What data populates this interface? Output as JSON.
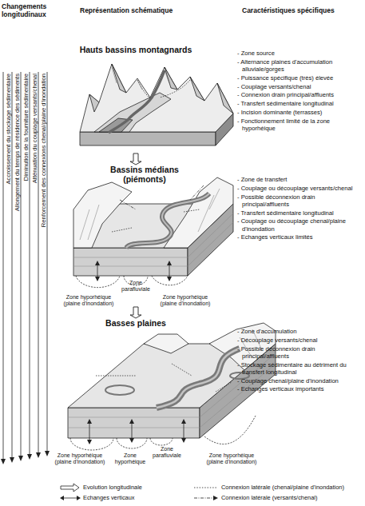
{
  "diagram": {
    "nodes": [
      {
        "text": [
          "Hauts bassins montagnards",
          "- Zone source",
          "- Alternance plaines d'accumulation alluviale/gorges",
          "- Puissance spécifique (très) élevée",
          "- Couplage versants/chenal",
          "- Connexion drain principal/affluents",
          "- Transfert sédimentaire longitudinal",
          "- Incision dominante (terrasses)",
          "- Fonctionnement limité de la zone hyporhéique"
        ]
      },
      {
        "text": [
          "Bassins médians (piémonts)",
          "- Zone de transfert",
          "- Couplage ou découplage versants/chenal",
          "- Possible déconnexion drain principal/affluents",
          "- Transfert sédimentaire longitudinal",
          "- Couplage ou découplage chenal/plaine d'inondation",
          "- Echanges verticaux limités"
        ]
      },
      {
        "text": [
          "Basses plaines",
          "- Zone d'accumulation",
          "- Découplage versants/chenal",
          "- Possible déconnexion drain principal/affluents",
          "- Stockage sédimentaire au détriment du transfert longitudinal",
          "- Couplage chenal/plaine d'inondation",
          "- Echanges verticaux importants"
        ]
      }
    ],
    "edges": [
      {
        "from": 0,
        "to": 1,
        "arrow": "to"
      },
      {
        "from": 1,
        "to": 2,
        "arrow": "to"
      }
    ],
    "labels": [
      "Changements longitudinaux",
      "Représentation schématique",
      "Caractéristiques spécifiques",
      "Accroissement du stockage sédimentaire",
      "Allongement du temps de résidence des sédiments",
      "Diminution de la fourniture sédimentaire",
      "Atténuation du couplage versants/chenal",
      "Renforcement des connexions chenal/plaine d'inondation",
      "Zone hyporhéique (plaine d'inondation)",
      "Zone parafluviale",
      "Zone hyporhéique (plaine d'inondation)",
      "Zone hyporhéique (plaine d'inondation)",
      "Zone hyporhéique",
      "Zone parafluviale",
      "Zone hyporhéique (plaine d'inondation)"
    ],
    "legend": [
      {
        "text": "Evolution longitudinale"
      },
      {
        "text": "Echanges verticaux"
      },
      {
        "text": "Connexion latérale (chenal/plaine d'inondation)"
      },
      {
        "text": "Connexion latérale (versants/chenal)"
      }
    ]
  }
}
